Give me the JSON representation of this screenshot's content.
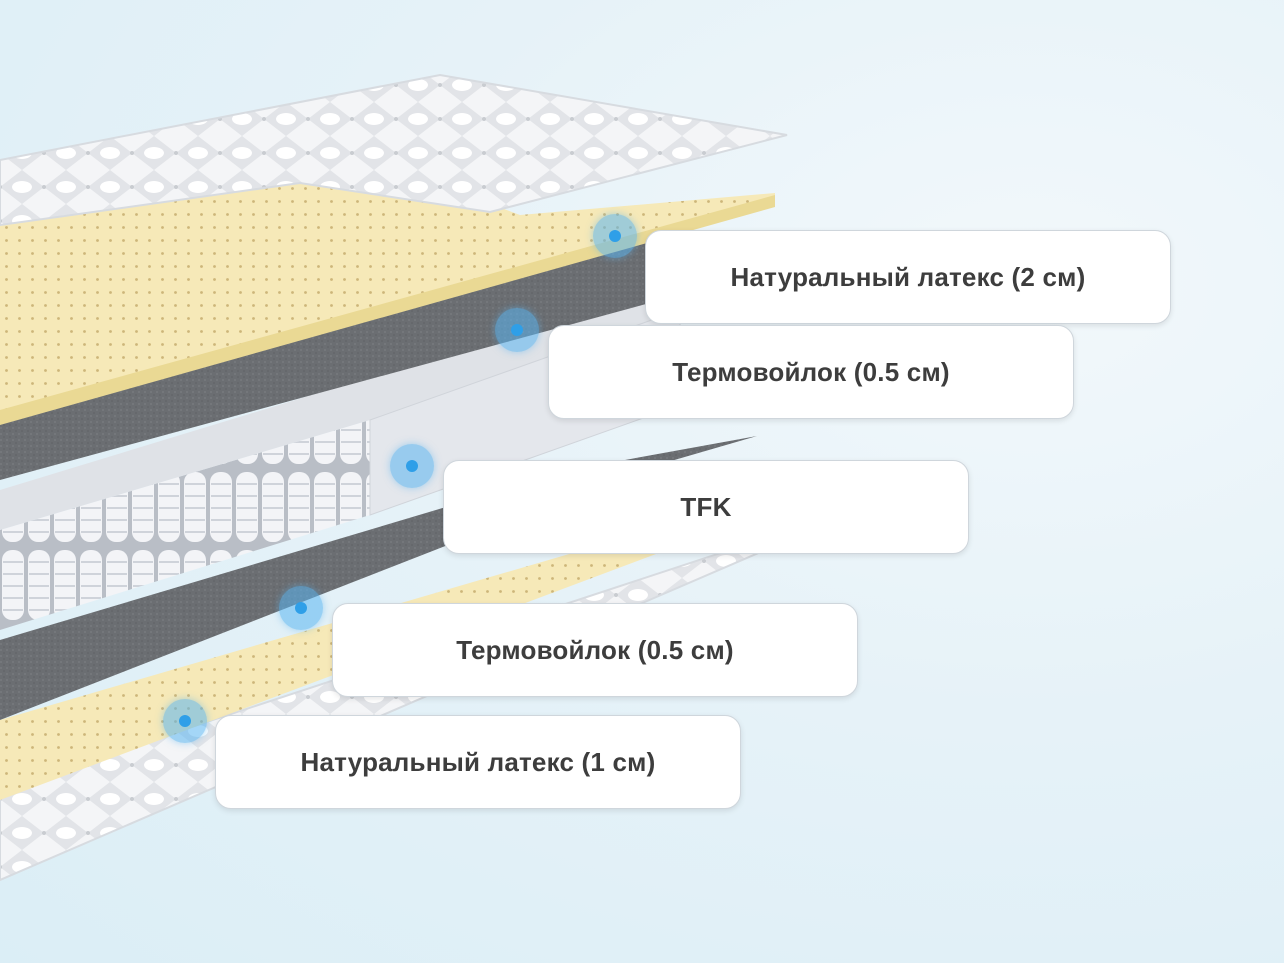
{
  "layers": [
    {
      "id": "latex-top",
      "label": "Натуральный латекс (2 см)"
    },
    {
      "id": "felt-top",
      "label": "Термовойлок (0.5 см)"
    },
    {
      "id": "springs",
      "label": "TFK"
    },
    {
      "id": "felt-bottom",
      "label": "Термовойлок (0.5 см)"
    },
    {
      "id": "latex-bottom",
      "label": "Натуральный латекс (1 см)"
    }
  ],
  "colors": {
    "accent": "#2f9fe8",
    "latex": "#f6e9b8",
    "felt": "#6f7276",
    "cover": "#f3f4f6",
    "label_text": "#3d3d3d"
  }
}
